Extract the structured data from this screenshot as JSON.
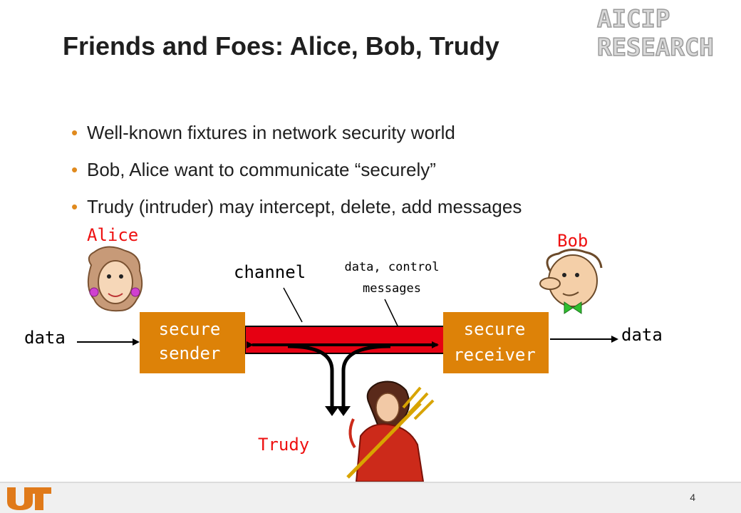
{
  "slide": {
    "title": "Friends and Foes: Alice, Bob, Trudy",
    "bullets": [
      "Well-known fixtures in network security world",
      "Bob, Alice want to communicate “securely”",
      "Trudy (intruder) may intercept, delete, add messages"
    ],
    "page_number": "4"
  },
  "logo": {
    "line1": "AICIP",
    "line2": "RESEARCH"
  },
  "diagram": {
    "alice_label": "Alice",
    "bob_label": "Bob",
    "trudy_label": "Trudy",
    "channel_label": "channel",
    "messages_label_line1": "data, control",
    "messages_label_line2": "messages",
    "sender_line1": "secure",
    "sender_line2": "sender",
    "receiver_line1": "secure",
    "receiver_line2": "receiver",
    "data_in_label": "data",
    "data_out_label": "data"
  },
  "colors": {
    "box_fill": "#dd8208",
    "channel_red": "#e60012",
    "name_red": "#ee1111",
    "bullet_orange": "#e08a1e"
  }
}
